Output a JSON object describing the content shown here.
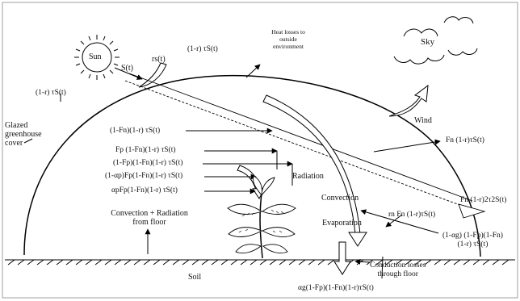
{
  "labels": {
    "sun": "Sun",
    "rs_t": "rs(t)",
    "s_t": "S(t)",
    "sky": "Sky",
    "wind": "Wind",
    "soil": "Soil",
    "radiation": "Radiation",
    "convection": "Convection",
    "evaporation": "Evaporation",
    "glazed_line1": "Glazed",
    "glazed_line2": "greenhouse",
    "glazed_line3": "cover",
    "heat_losses_line1": "Heat losses to",
    "heat_losses_line2": "outside",
    "heat_losses_line3": "environment",
    "conv_rad_line1": "Convection + Radiation",
    "conv_rad_line2": "from floor",
    "conduction_line1": "Conduction losses",
    "conduction_line2": "through floor"
  },
  "equations": {
    "top_trs": "(1-r) τS(t)",
    "left_trs": "(1-r) τS(t)",
    "eq1": "(1-Fn)(1-r) τS(t)",
    "eq2": "Fp (1-Fn)(1-r) τS(t)",
    "eq3": "(1-Fp)(1-Fn)(1-r) τS(t)",
    "eq4": "(1-αp)Fp(1-Fn)(1-r) τS(t)",
    "eq5": "αpFp(1-Fn)(1-r) τS(t)",
    "fn_out": "Fn (1-r)τS(t)",
    "fn_double": "Fn (1-r)2τ2S(t)",
    "rn_fn": "rn Fn (1-r)τS(t)",
    "ag_line1": "(1-αg) (1-Fp)(1-Fn)",
    "ag_line2": "(1-r) τS(t)",
    "ag_bottom": "αg(1-Fp)(1-Fn)(1-r)τS(t)"
  }
}
